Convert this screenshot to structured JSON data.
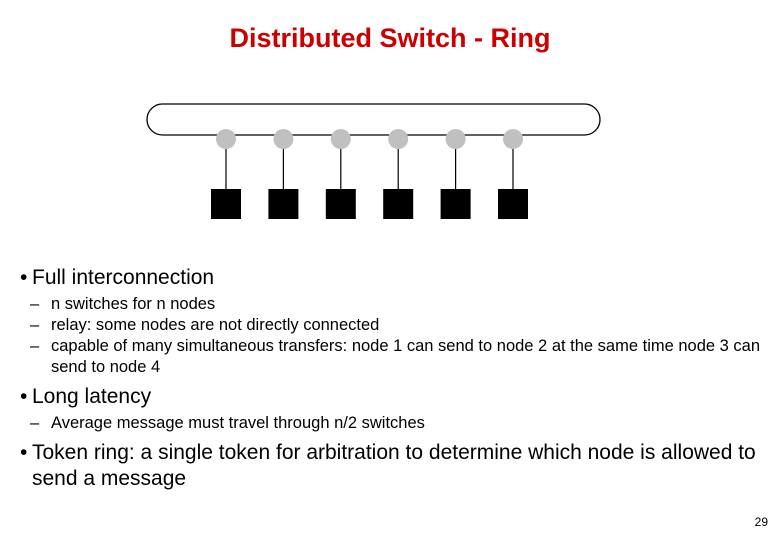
{
  "slide": {
    "title": "Distributed Switch - Ring",
    "page_number": "29"
  },
  "diagram": {
    "type": "ring-bus",
    "node_count": 6,
    "ring_color": "#ffffff",
    "ring_stroke": "#000000",
    "switch_color": "#c0c0c0",
    "node_color": "#000000"
  },
  "bullets": [
    {
      "text": "Full interconnection",
      "subs": [
        "n switches for n nodes",
        "relay: some nodes are not directly connected",
        "capable of many simultaneous transfers: node 1 can send to node 2 at the same time node 3 can send to node 4"
      ]
    },
    {
      "text": "Long latency",
      "subs": [
        "Average message must travel through n/2 switches"
      ]
    },
    {
      "text": "Token ring: a single token for arbitration to determine which node is allowed to send a message",
      "subs": []
    }
  ],
  "glyphs": {
    "bullet": "•",
    "dash": "–"
  }
}
